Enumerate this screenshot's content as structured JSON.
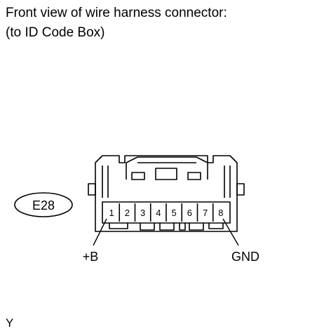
{
  "title": {
    "line1": "Front view of wire harness connector:",
    "line2": "(to ID Code Box)"
  },
  "connector": {
    "id": "E28",
    "pins": [
      "1",
      "2",
      "3",
      "4",
      "5",
      "6",
      "7",
      "8"
    ],
    "pin_labels": {
      "left": "+B",
      "right": "GND"
    }
  },
  "figure_code": "Y"
}
